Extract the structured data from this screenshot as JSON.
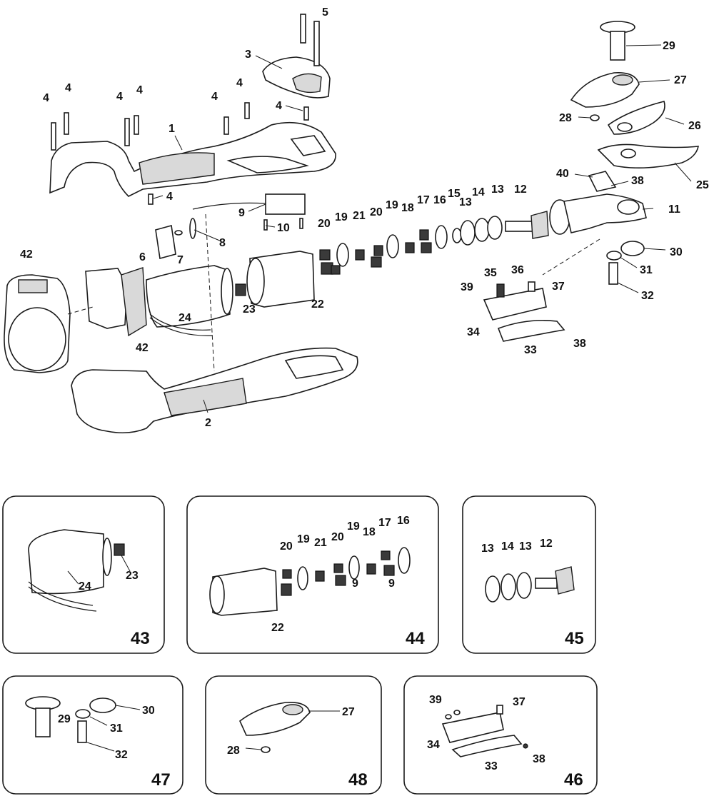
{
  "diagram": {
    "main_callouts": {
      "c1": "1",
      "c2": "2",
      "c3": "3",
      "c4a": "4",
      "c4b": "4",
      "c4c": "4",
      "c4d": "4",
      "c4e": "4",
      "c4f": "4",
      "c4g": "4",
      "c4h": "4",
      "c5": "5",
      "c6": "6",
      "c7": "7",
      "c8": "8",
      "c9": "9",
      "c10": "10",
      "c11": "11",
      "c12": "12",
      "c13a": "13",
      "c13b": "13",
      "c14": "14",
      "c15": "15",
      "c16": "16",
      "c17": "17",
      "c18": "18",
      "c19a": "19",
      "c19b": "19",
      "c20a": "20",
      "c20b": "20",
      "c21": "21",
      "c22": "22",
      "c23": "23",
      "c24": "24",
      "c25": "25",
      "c26": "26",
      "c27": "27",
      "c28": "28",
      "c29": "29",
      "c30": "30",
      "c31": "31",
      "c32": "32",
      "c33": "33",
      "c34": "34",
      "c35": "35",
      "c36": "36",
      "c37": "37",
      "c38a": "38",
      "c38b": "38",
      "c39": "39",
      "c40": "40",
      "c42a": "42",
      "c42b": "42"
    },
    "panels": {
      "p43": {
        "id": "43",
        "callouts": {
          "c23": "23",
          "c24": "24"
        }
      },
      "p44": {
        "id": "44",
        "callouts": {
          "c20a": "20",
          "c19a": "19",
          "c21": "21",
          "c20b": "20",
          "c19b": "19",
          "c18": "18",
          "c17": "17",
          "c16": "16",
          "c9a": "9",
          "c9b": "9",
          "c22": "22"
        }
      },
      "p45": {
        "id": "45",
        "callouts": {
          "c13a": "13",
          "c14": "14",
          "c13b": "13",
          "c12": "12"
        }
      },
      "p46": {
        "id": "46",
        "callouts": {
          "c39": "39",
          "c37": "37",
          "c34": "34",
          "c33": "33",
          "c38": "38"
        }
      },
      "p47": {
        "id": "47",
        "callouts": {
          "c30": "30",
          "c29": "29",
          "c31": "31",
          "c32": "32"
        }
      },
      "p48": {
        "id": "48",
        "callouts": {
          "c27": "27",
          "c28": "28"
        }
      }
    }
  }
}
